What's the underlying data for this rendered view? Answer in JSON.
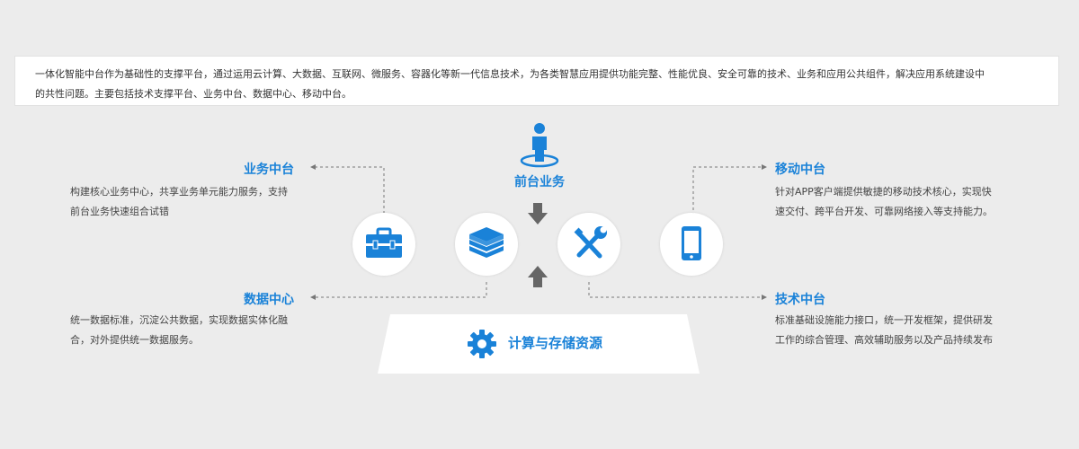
{
  "intro": {
    "line1": "一体化智能中台作为基础性的支撑平台，通过运用云计算、大数据、互联网、微服务、容器化等新一代信息技术，为各类智慧应用提供功能完整、性能优良、安全可靠的技术、业务和应用公共组件，解决应用系统建设中",
    "line2": "的共性问题。主要包括技术支撑平台、业务中台、数据中心、移动中台。"
  },
  "front": {
    "label": "前台业务"
  },
  "base": {
    "label": "计算与存储资源"
  },
  "modules": {
    "business": {
      "title": "业务中台",
      "desc1": "构建核心业务中心，共享业务单元能力服务，支持",
      "desc2": "前台业务快速组合试错"
    },
    "data": {
      "title": "数据中心",
      "desc1": "统一数据标准，沉淀公共数据，实现数据实体化融",
      "desc2": "合，对外提供统一数据服务。"
    },
    "mobile": {
      "title": "移动中台",
      "desc1": "针对APP客户端提供敏捷的移动技术核心，实现快",
      "desc2": "速交付、跨平台开发、可靠网络接入等支持能力。"
    },
    "tech": {
      "title": "技术中台",
      "desc1": "标准基础设施能力接口，统一开发框架，提供研发",
      "desc2": "工作的综合管理、高效辅助服务以及产品持续发布"
    }
  },
  "icons": {
    "toolbox": "toolbox-icon",
    "layers": "layers-icon",
    "tools": "tools-icon",
    "mobile": "mobile-phone-icon",
    "person": "person-icon",
    "gear": "gear-icon"
  },
  "colors": {
    "accent": "#1a82d8",
    "arrow": "#666666",
    "dash": "#777777"
  }
}
